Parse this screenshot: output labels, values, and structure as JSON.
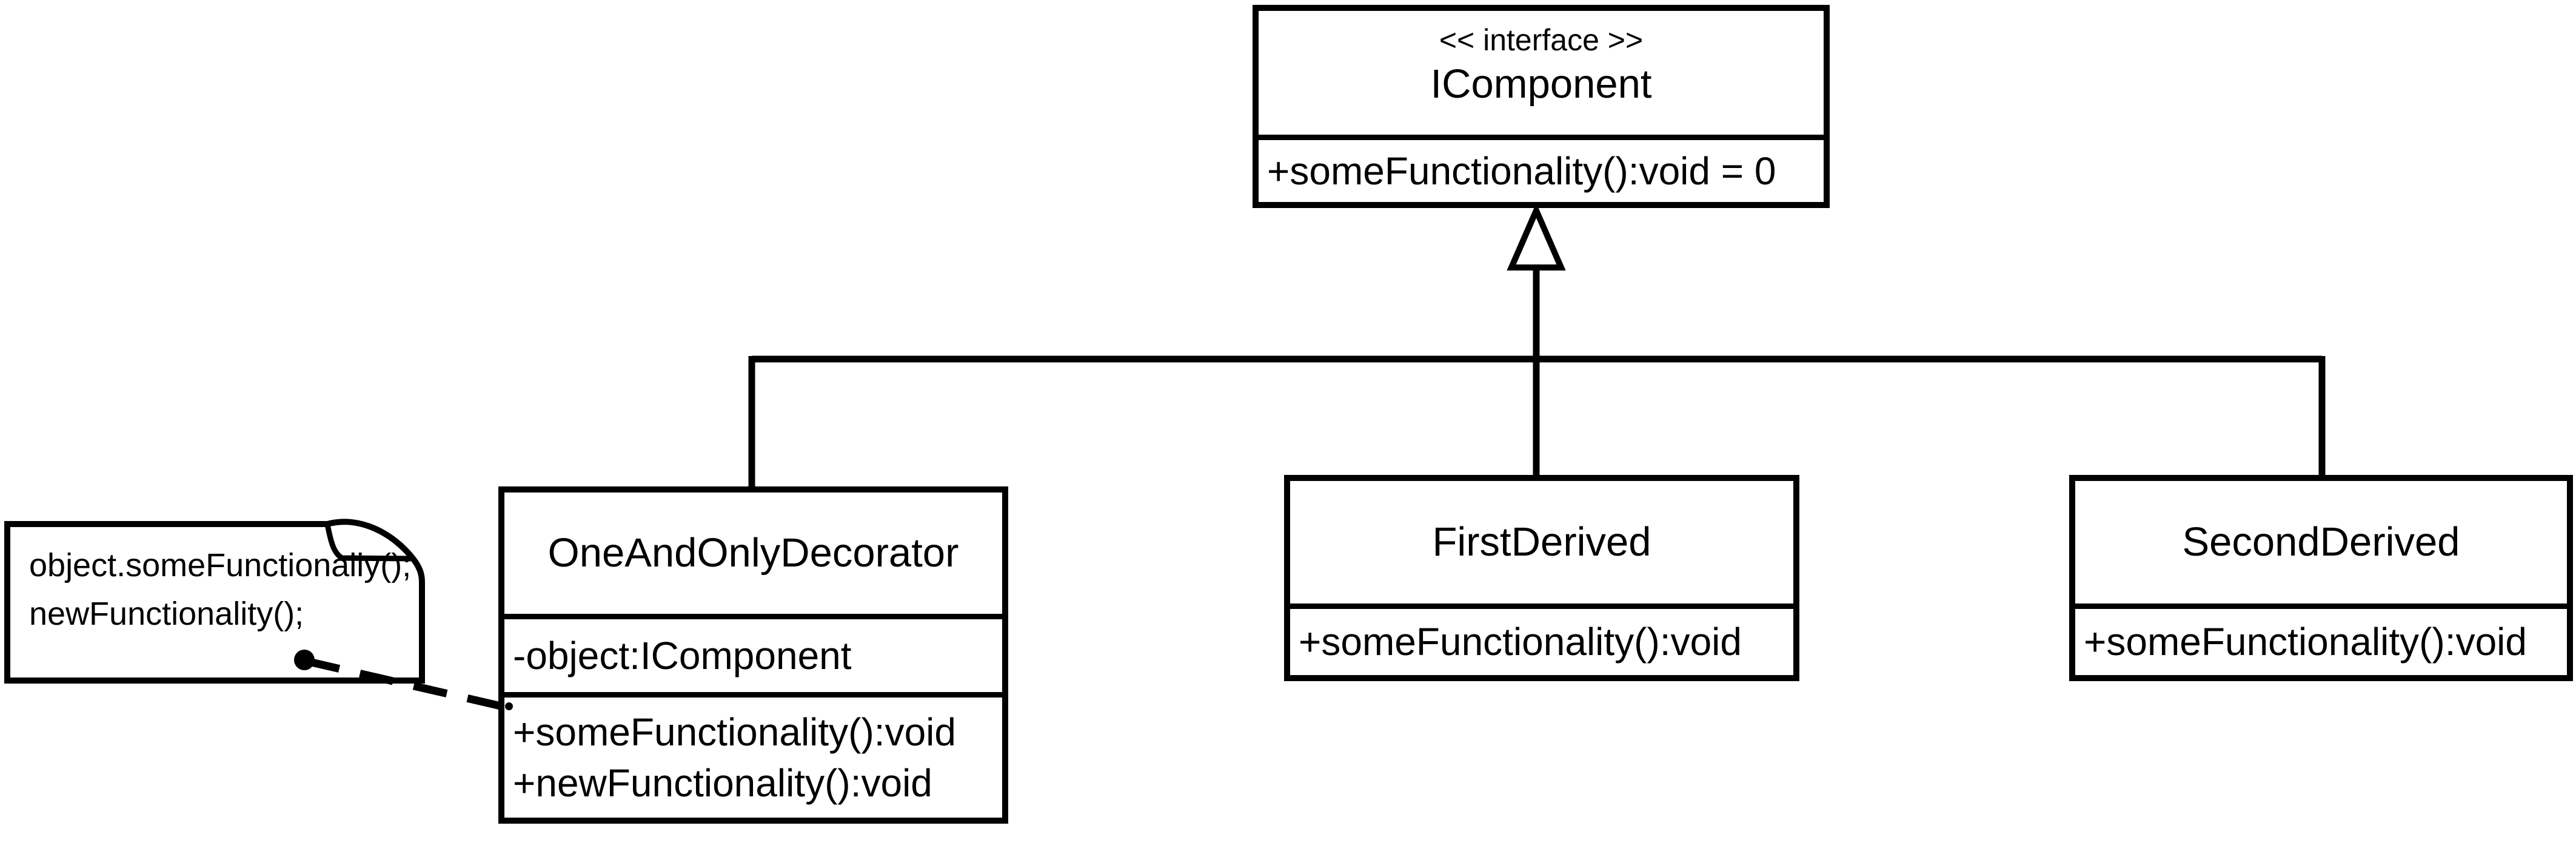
{
  "colors": {
    "ink": "#000000",
    "paper": "#ffffff"
  },
  "diagram": {
    "interface": {
      "stereotype": "<< interface >>",
      "name": "IComponent",
      "methods": [
        "+someFunctionality():void = 0"
      ]
    },
    "decorator": {
      "name": "OneAndOnlyDecorator",
      "attributes": [
        "-object:IComponent"
      ],
      "methods": [
        "+someFunctionality():void",
        "+newFunctionality():void"
      ]
    },
    "first_derived": {
      "name": "FirstDerived",
      "methods": [
        "+someFunctionality():void"
      ]
    },
    "second_derived": {
      "name": "SecondDerived",
      "methods": [
        "+someFunctionality():void"
      ]
    },
    "note": {
      "lines": [
        "object.someFunctionaliy();",
        "newFunctionality();"
      ]
    }
  }
}
